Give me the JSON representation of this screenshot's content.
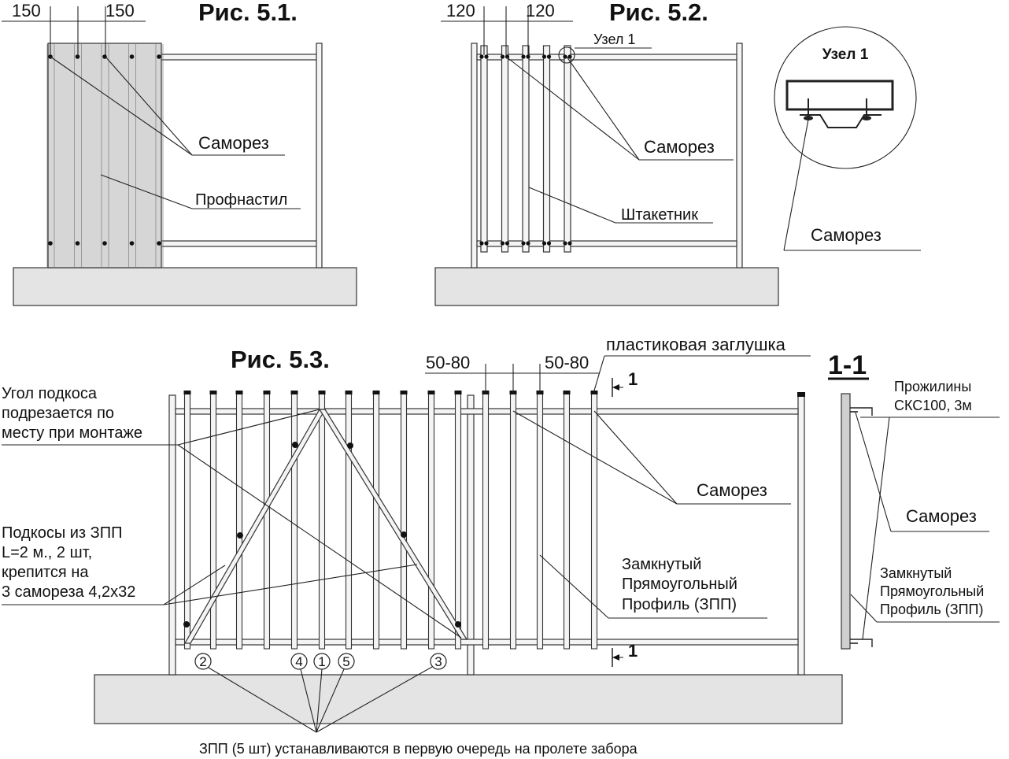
{
  "fig1": {
    "title": "Рис. 5.1.",
    "dim_left": "150",
    "dim_right": "150",
    "label_screw": "Саморез",
    "label_sheet": "Профнастил"
  },
  "fig2": {
    "title": "Рис. 5.2.",
    "dim_left": "120",
    "dim_right": "120",
    "label_node": "Узел 1",
    "label_screw": "Саморез",
    "label_picket": "Штакетник"
  },
  "detail": {
    "title": "Узел 1",
    "label_screw": "Саморез"
  },
  "fig3": {
    "title": "Рис. 5.3.",
    "dim_left": "50-80",
    "dim_right": "50-80",
    "label_cap": "пластиковая заглушка",
    "label_brace_angle": [
      "Угол подкоса",
      "подрезается по",
      "месту при монтаже"
    ],
    "label_braces": [
      "Подкосы из ЗПП",
      "L=2 м., 2 шт,",
      "крепится на",
      "3 самореза 4,2х32"
    ],
    "label_screw": "Саморез",
    "label_profile": [
      "Замкнутый",
      "Прямоугольный",
      "Профиль (ЗПП)"
    ],
    "section_mark_top": "1",
    "section_mark_bottom": "1",
    "markers": [
      "2",
      "4",
      "1",
      "5",
      "3"
    ],
    "footer_note": "ЗПП (5 шт) устанавливаются в первую очередь на пролете забора"
  },
  "section": {
    "title": "1-1",
    "label_rails": [
      "Прожилины",
      "СКС100, 3м"
    ],
    "label_screw": "Саморез",
    "label_profile": [
      "Замкнутый",
      "Прямоугольный",
      "Профиль (ЗПП)"
    ]
  }
}
